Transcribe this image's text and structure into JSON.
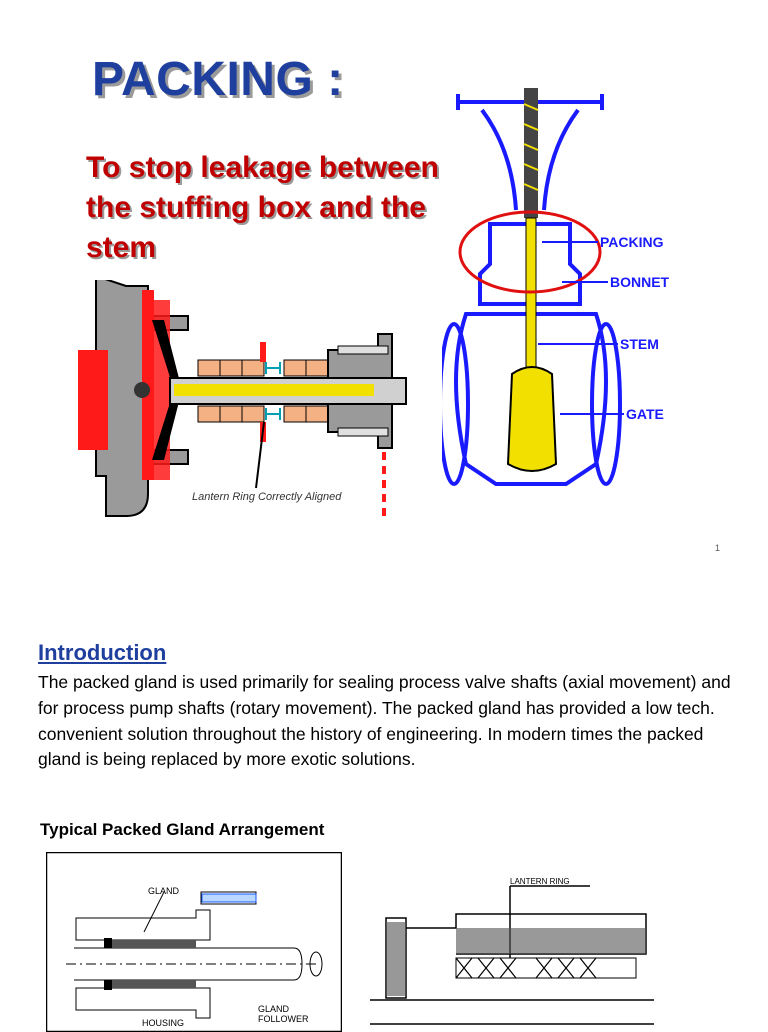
{
  "slide": {
    "title": "PACKING :",
    "subtitle": "To stop leakage between the stuffing box and the stem",
    "page_number": "1",
    "gland_figure": {
      "caption": "Lantern Ring Correctly Aligned"
    },
    "valve_figure": {
      "labels": {
        "packing": "PACKING",
        "bonnet": "BONNET",
        "stem": "STEM",
        "gate": "GATE"
      }
    }
  },
  "document": {
    "intro_heading": "Introduction",
    "intro_text": "The packed gland is used primarily for sealing process valve shafts (axial movement) and for process pump shafts (rotary movement). The packed gland has provided a low tech. convenient solution throughout the history of engineering.   In modern times the packed gland is being replaced by more exotic solutions.",
    "figure_heading": "Typical Packed Gland Arrangement",
    "typical_figure": {
      "labels": {
        "gland": "GLAND",
        "gland_follower_1": "GLAND",
        "gland_follower_2": "FOLLOWER",
        "housing": "HOUSING"
      }
    },
    "lantern_figure": {
      "label": "LANTERN RING"
    }
  },
  "colors": {
    "title_blue": "#1f3f9f",
    "subtitle_red": "#c00000",
    "valve_blue": "#1a1aff",
    "stem_yellow": "#e8e000",
    "packing_tan": "#f4b183"
  }
}
